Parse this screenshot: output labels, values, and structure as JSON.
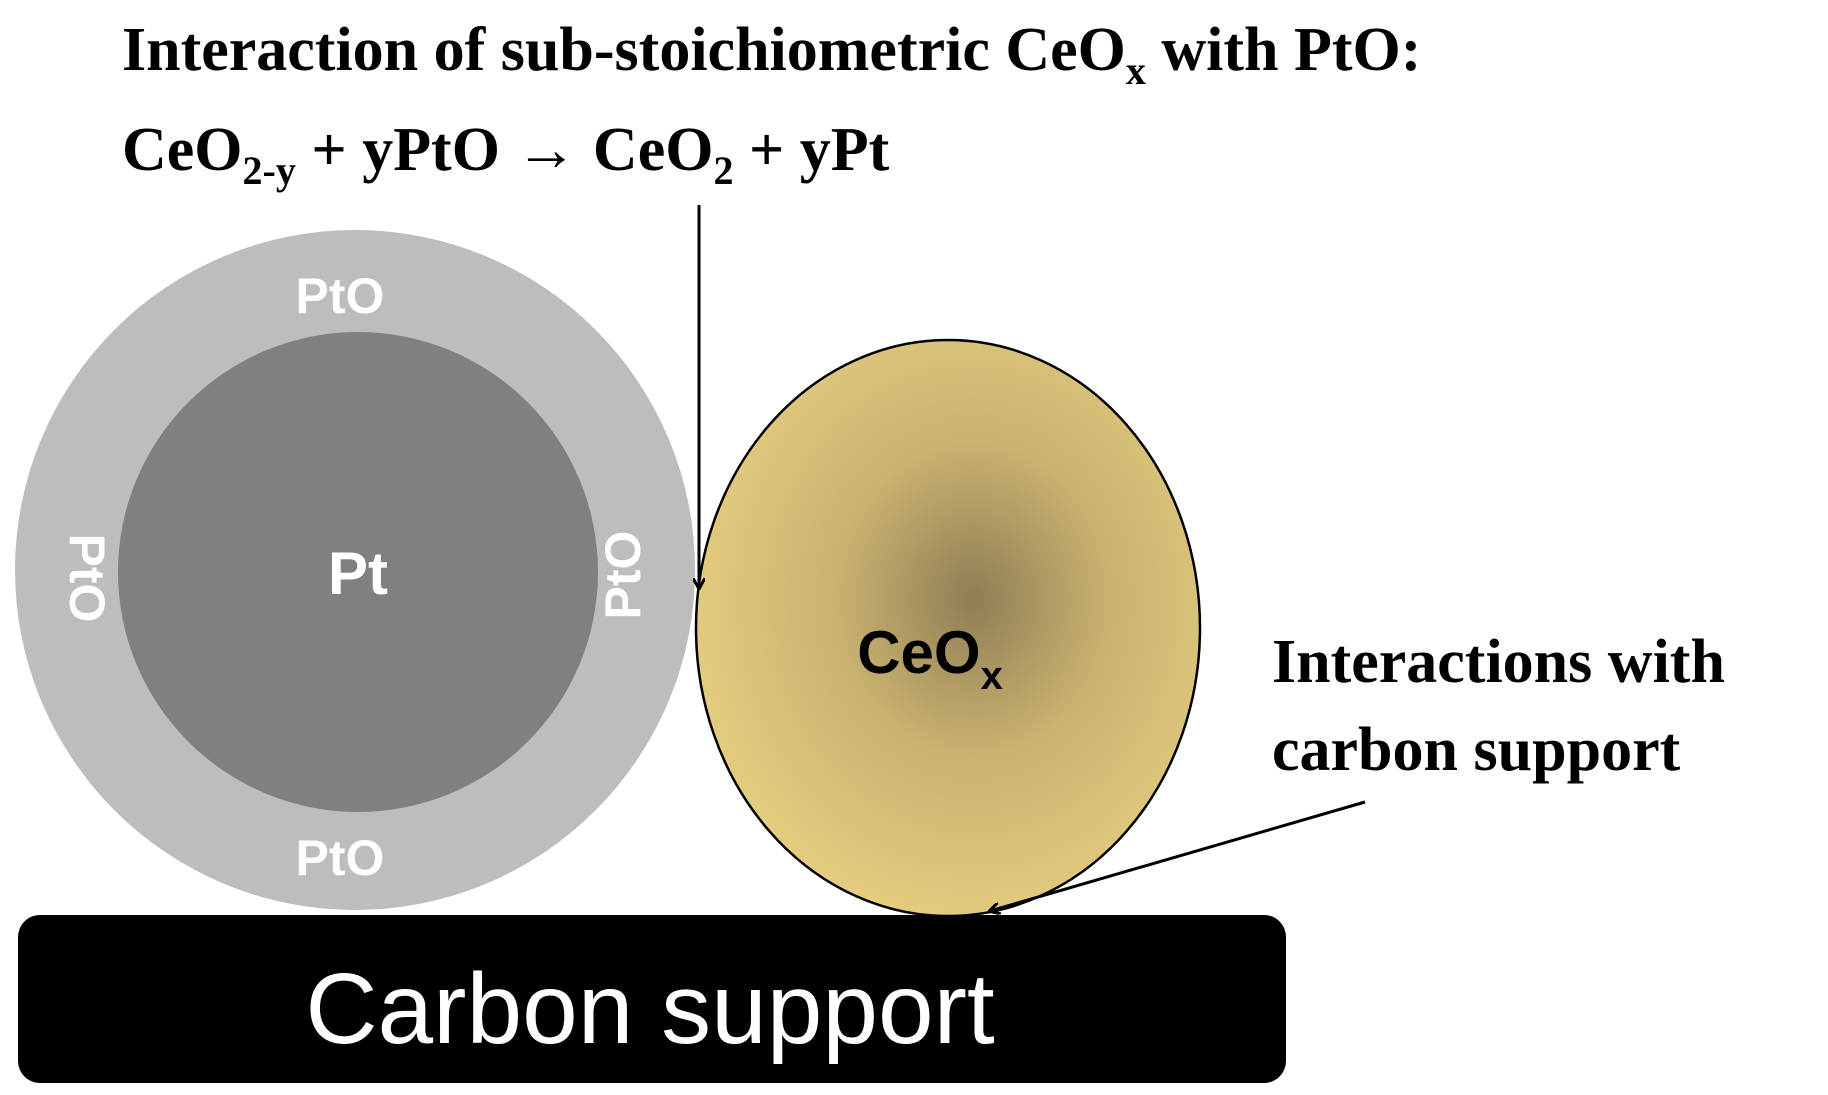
{
  "headline": {
    "line1_prefix": "Interaction of sub-stoichiometric CeO",
    "line1_sub": "x",
    "line1_suffix": " with PtO:",
    "reaction_ceo": "CeO",
    "reaction_sub_reactant": "2-y",
    "reaction_middle": " + yPtO → CeO",
    "reaction_sub_product": "2",
    "reaction_end": " + yPt"
  },
  "pt_particle": {
    "core_label": "Pt",
    "shell_label_top": "PtO",
    "shell_label_bottom": "PtO",
    "shell_label_left": "PtO",
    "shell_label_right": "PtO"
  },
  "ceria_particle": {
    "label": "CeO",
    "label_sub": "x"
  },
  "support_annotation": {
    "line1": "Interactions with",
    "line2": "carbon support"
  },
  "carbon_support": {
    "label": "Carbon support"
  },
  "colors": {
    "pto_shell": "#bdbdbd",
    "pt_core": "#808080",
    "ceria_center": "#8f7e55",
    "ceria_edge": "#e6cf80",
    "support": "#000000",
    "arrow": "#000000"
  }
}
